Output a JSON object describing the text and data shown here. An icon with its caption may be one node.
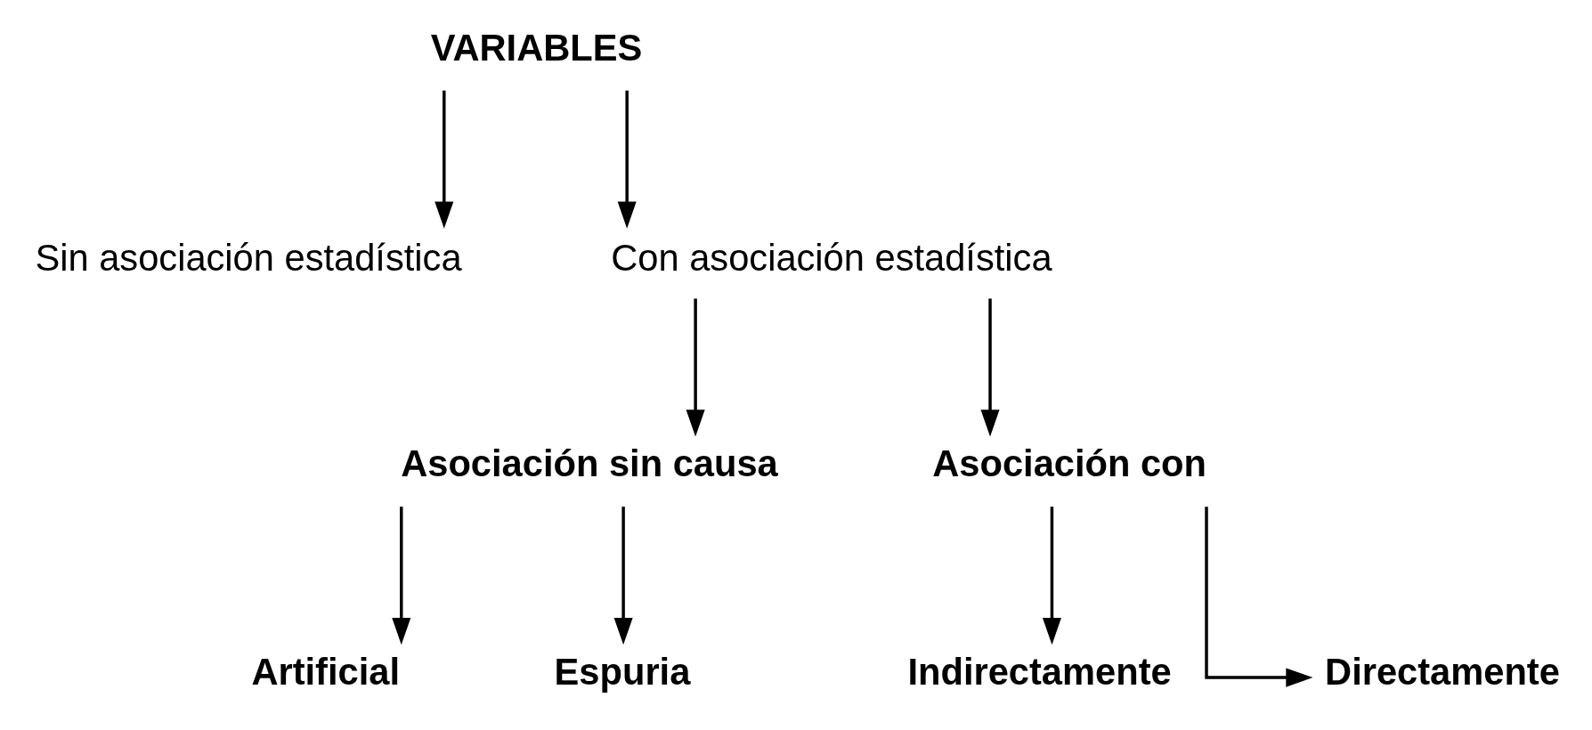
{
  "diagram": {
    "nodes": [
      {
        "text": [
          "VARIABLES"
        ]
      },
      {
        "text": [
          "Sin asociación estadística"
        ]
      },
      {
        "text": [
          "Con asociación estadística"
        ]
      },
      {
        "text": [
          "Asociación sin causa"
        ]
      },
      {
        "text": [
          "Asociación con"
        ]
      },
      {
        "text": [
          "Artificial"
        ]
      },
      {
        "text": [
          "Espuria"
        ]
      },
      {
        "text": [
          "Indirectamente"
        ]
      },
      {
        "text": [
          "Directamente"
        ]
      }
    ],
    "edges": [
      {
        "from": 0,
        "to": 1,
        "arrow": "to"
      },
      {
        "from": 0,
        "to": 2,
        "arrow": "to"
      },
      {
        "from": 2,
        "to": 3,
        "arrow": "to"
      },
      {
        "from": 2,
        "to": 4,
        "arrow": "to"
      },
      {
        "from": 3,
        "to": 5,
        "arrow": "to"
      },
      {
        "from": 3,
        "to": 6,
        "arrow": "to"
      },
      {
        "from": 4,
        "to": 7,
        "arrow": "to"
      },
      {
        "from": 4,
        "to": 8,
        "arrow": "to"
      }
    ]
  }
}
